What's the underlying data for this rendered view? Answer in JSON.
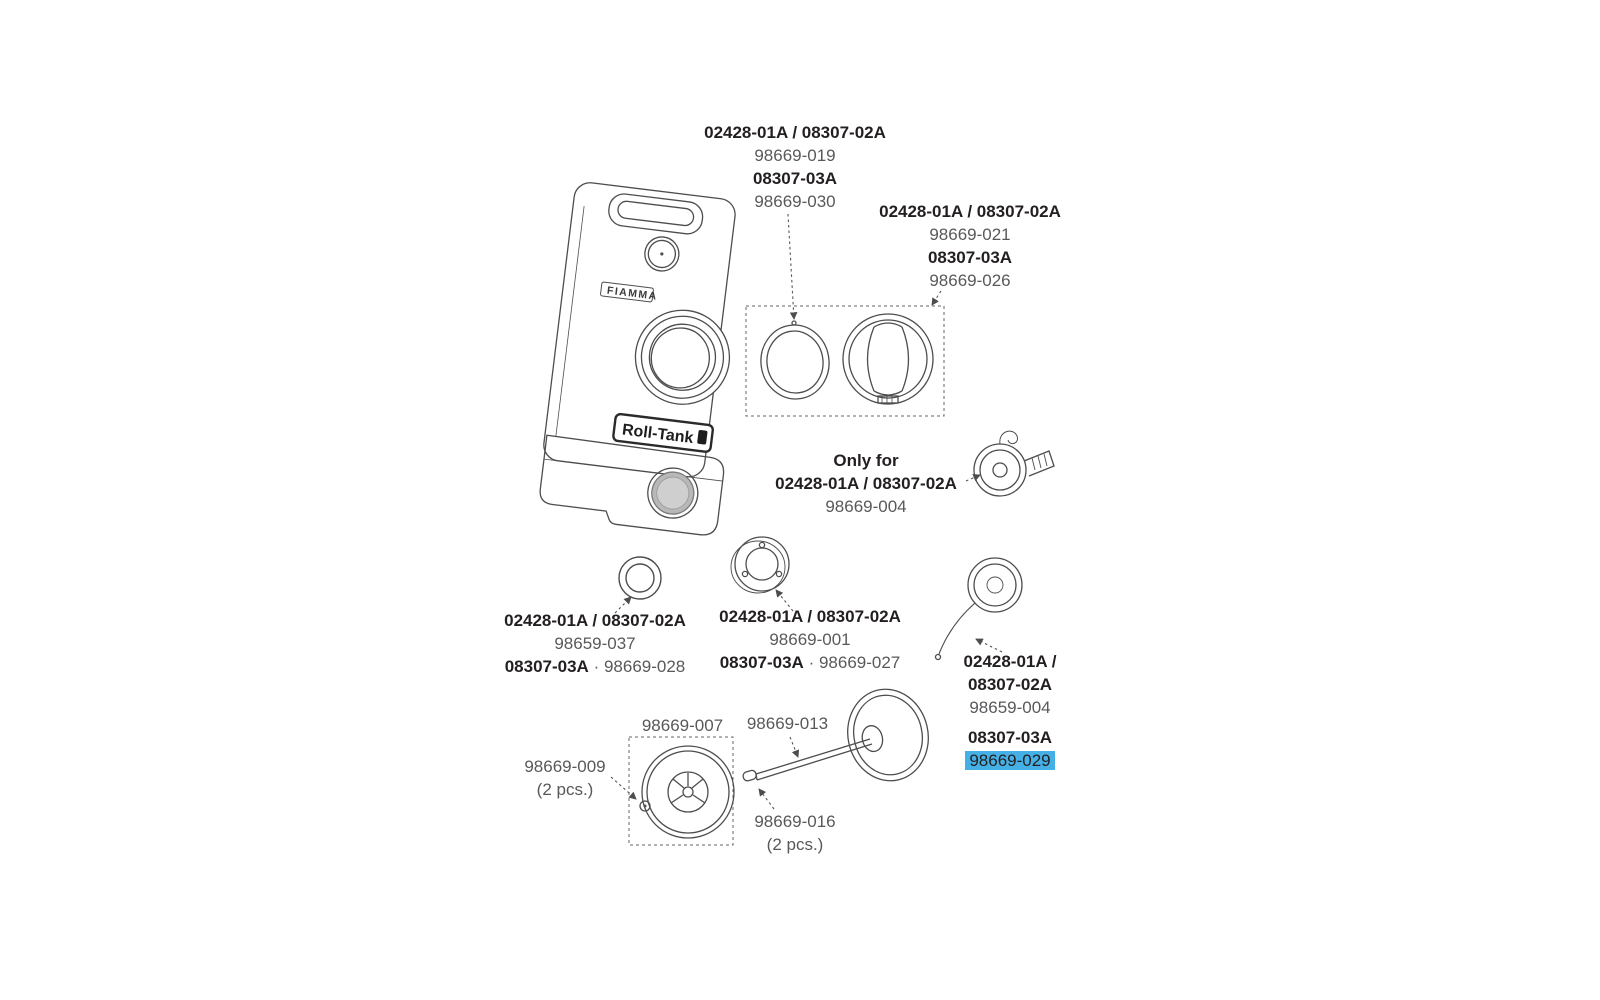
{
  "page": {
    "background": "#ffffff"
  },
  "drawing": {
    "brand": "FIAMMA",
    "tank_label": "Roll-Tank"
  },
  "labels": {
    "cap_top": {
      "codes1": "02428-01A / 08307-02A",
      "part1": "98669-019",
      "codes2": "08307-03A",
      "part2": "98669-030"
    },
    "cap_right": {
      "codes1": "02428-01A / 08307-02A",
      "part1": "98669-021",
      "codes2": "08307-03A",
      "part2": "98669-026"
    },
    "only_for": {
      "title": "Only for",
      "codes": "02428-01A / 08307-02A",
      "part": "98669-004"
    },
    "seal_ring": {
      "codes1": "02428-01A / 08307-02A",
      "part1": "98659-037",
      "codes2": "08307-03A",
      "part2": "· 98669-028"
    },
    "flange": {
      "codes1": "02428-01A / 08307-02A",
      "part1": "98669-001",
      "codes2": "08307-03A",
      "part2": "· 98669-027"
    },
    "cap_tether": {
      "codes1": "02428-01A /",
      "codes1b": "08307-02A",
      "part1": "98659-004",
      "codes2": "08307-03A",
      "part2": "98669-029"
    },
    "wheel": "98669-007",
    "axle": "98669-013",
    "hubcap": "98669-009",
    "hubcap_qty": "(2 pcs.)",
    "pin": "98669-016",
    "pin_qty": "(2 pcs.)"
  },
  "colors": {
    "highlight": "#45b0e5",
    "code_text": "#231f20",
    "part_text": "#58595b",
    "line": "#4d4d4d"
  }
}
